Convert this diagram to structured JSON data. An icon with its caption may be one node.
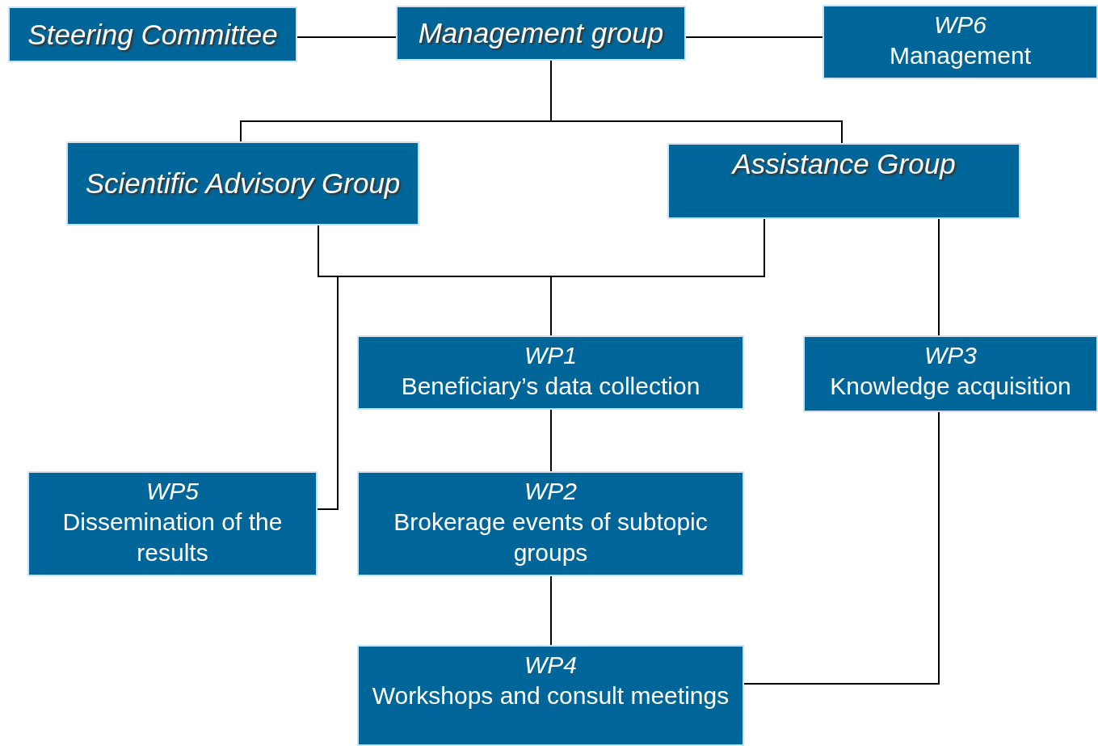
{
  "diagram": {
    "nodes": [
      {
        "text": [
          "Steering Committee"
        ]
      },
      {
        "text": [
          "Management group"
        ]
      },
      {
        "text": [
          "WP6",
          "Management"
        ]
      },
      {
        "text": [
          "Scientific Advisory Group"
        ]
      },
      {
        "text": [
          "Assistance Group"
        ]
      },
      {
        "text": [
          "WP1",
          "Beneficiary’s data collection"
        ]
      },
      {
        "text": [
          "WP3",
          "Knowledge acquisition"
        ]
      },
      {
        "text": [
          "WP5",
          "Dissemination of the results"
        ]
      },
      {
        "text": [
          "WP2",
          "Brokerage events of subtopic groups"
        ]
      },
      {
        "text": [
          "WP4",
          "Workshops and consult meetings"
        ]
      }
    ],
    "edges": [
      {
        "from": 0,
        "to": 1,
        "arrow": "none"
      },
      {
        "from": 1,
        "to": 2,
        "arrow": "none"
      },
      {
        "from": 1,
        "to": 3,
        "arrow": "none"
      },
      {
        "from": 1,
        "to": 4,
        "arrow": "none"
      },
      {
        "from": 3,
        "to": 5,
        "arrow": "none"
      },
      {
        "from": 4,
        "to": 5,
        "arrow": "none"
      },
      {
        "from": 3,
        "to": 7,
        "arrow": "none"
      },
      {
        "from": 4,
        "to": 6,
        "arrow": "none"
      },
      {
        "from": 5,
        "to": 8,
        "arrow": "none"
      },
      {
        "from": 8,
        "to": 9,
        "arrow": "none"
      },
      {
        "from": 6,
        "to": 9,
        "arrow": "none"
      }
    ]
  }
}
